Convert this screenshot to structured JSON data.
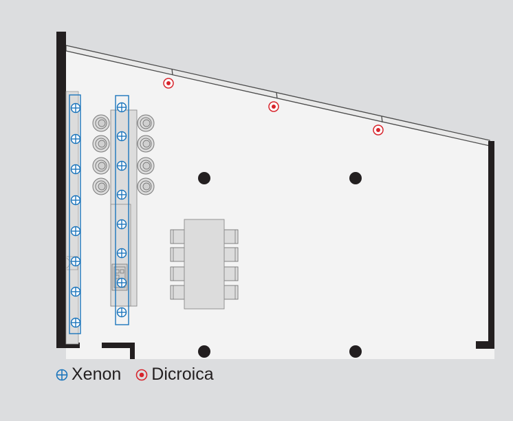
{
  "legend": {
    "xenon_label": "Xenon",
    "dicroica_label": "Dicroica"
  },
  "colors": {
    "background": "#dcdddf",
    "floor": "#f3f3f3",
    "wall": "#231f20",
    "xenon": "#1b75bc",
    "dicroica": "#d7242c",
    "furniture": "#dcdcdc"
  },
  "fixtures": {
    "xenon_left_strip_count": 8,
    "xenon_island_count": 8,
    "dicroica_count": 3
  }
}
